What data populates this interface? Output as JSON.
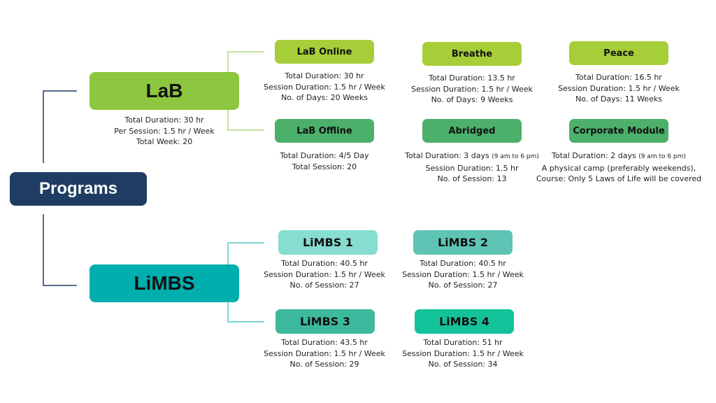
{
  "root": {
    "label": "Programs",
    "color": "#1f3d63"
  },
  "lab": {
    "label": "LaB",
    "color": "#8dc63f",
    "info": [
      "Total Duration: 30 hr",
      "Per Session: 1.5 hr / Week",
      "Total Week: 20"
    ],
    "connector_color": "#8dc63f"
  },
  "limbs": {
    "label": "LiMBS",
    "color": "#00aeae",
    "connector_color": "#00aeae"
  },
  "lab_online": {
    "label": "LaB Online",
    "color": "#a6ce39",
    "info": [
      "Total Duration: 30 hr",
      "Session Duration: 1.5 hr / Week",
      "No. of Days: 20 Weeks"
    ]
  },
  "breathe": {
    "label": "Breathe",
    "color": "#a6ce39",
    "info": [
      "Total Duration: 13.5 hr",
      "Session Duration: 1.5 hr / Week",
      "No. of Days: 9 Weeks"
    ]
  },
  "peace": {
    "label": "Peace",
    "color": "#a6ce39",
    "info": [
      "Total Duration: 16.5 hr",
      "Session Duration: 1.5 hr / Week",
      "No. of Days: 11 Weeks"
    ]
  },
  "lab_offline": {
    "label": "LaB Offline",
    "color": "#4caf6a",
    "info": [
      "Total Duration: 4/5 Day",
      "Total Session: 20"
    ]
  },
  "abridged": {
    "label": "Abridged",
    "color": "#4caf6a",
    "info_line1_main": "Total Duration:  3 days",
    "info_line1_small": "(9 am to 6 pm)",
    "info": [
      "Session Duration: 1.5 hr",
      "No. of Session: 13"
    ]
  },
  "corporate": {
    "label": "Corporate Module",
    "color": "#4caf6a",
    "info_line1_main": "Total Duration:  2 days",
    "info_line1_small": "(9 am to 6 pm)",
    "info": [
      "A physical camp (preferably weekends),",
      "Course: Only 5 Laws of Life will be covered"
    ]
  },
  "limbs1": {
    "label": "LiMBS 1",
    "color": "#86ddd0",
    "info": [
      "Total Duration: 40.5 hr",
      "Session Duration: 1.5 hr / Week",
      "No. of Session: 27"
    ]
  },
  "limbs2": {
    "label": "LiMBS 2",
    "color": "#5fc4b4",
    "info": [
      "Total Duration: 40.5 hr",
      "Session Duration: 1.5 hr / Week",
      "No. of Session: 27"
    ]
  },
  "limbs3": {
    "label": "LiMBS 3",
    "color": "#3dba9e",
    "info": [
      "Total Duration: 43.5 hr",
      "Session Duration: 1.5 hr / Week",
      "No. of Session: 29"
    ]
  },
  "limbs4": {
    "label": "LiMBS 4",
    "color": "#14c29a",
    "info": [
      "Total Duration: 51 hr",
      "Session Duration: 1.5 hr / Week",
      "No. of Session: 34"
    ]
  }
}
